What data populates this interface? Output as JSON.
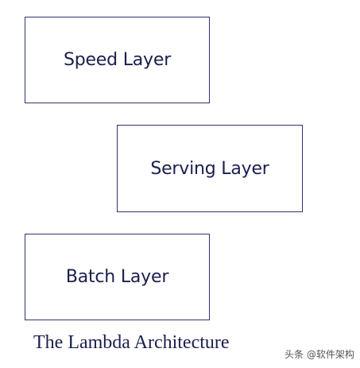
{
  "diagram": {
    "layers": [
      {
        "label": "Speed Layer"
      },
      {
        "label": "Serving Layer"
      },
      {
        "label": "Batch Layer"
      }
    ],
    "title": "The Lambda Architecture"
  },
  "watermark": {
    "text": "头条 @软件架构"
  },
  "colors": {
    "box_border": "#2e3470",
    "text": "#1a1f4d",
    "background": "#ffffff"
  }
}
